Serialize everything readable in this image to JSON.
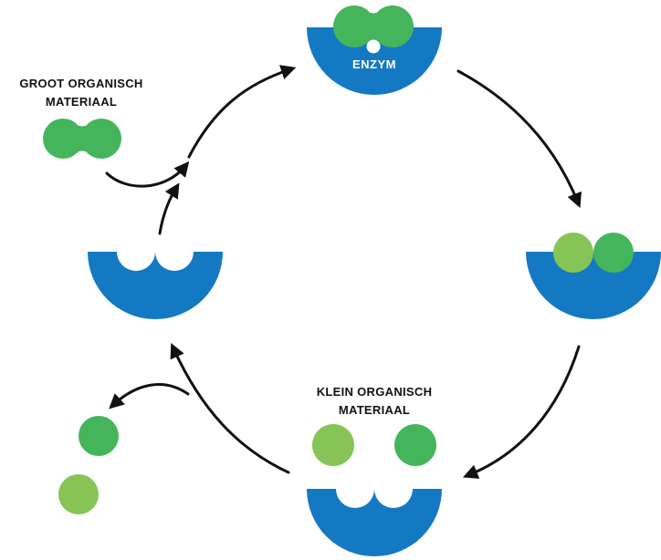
{
  "labels": {
    "enzyme": "ENZYM",
    "large_material": [
      "GROOT ORGANISCH",
      "MATERIAAL"
    ],
    "small_material": [
      "KLEIN ORGANISCH",
      "MATERIAAL"
    ]
  },
  "colors": {
    "enzyme_blue": "#1479c3",
    "green_dark": "#45b55c",
    "green_light": "#86c455",
    "arrow": "#111111",
    "background": "#ffffff"
  }
}
